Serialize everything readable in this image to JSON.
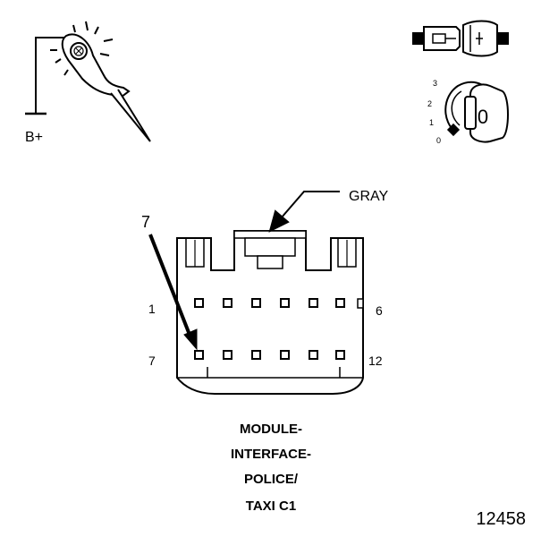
{
  "probe": {
    "label": "B+"
  },
  "ignition": {
    "positions": [
      "3",
      "2",
      "1",
      "0"
    ],
    "key_label": "0"
  },
  "connector": {
    "color_label": "GRAY",
    "callout_pin": "7",
    "row1_left": "1",
    "row1_right": "6",
    "row2_left": "7",
    "row2_right": "12"
  },
  "caption": {
    "line1": "MODULE-",
    "line2": "INTERFACE-",
    "line3": "POLICE/",
    "line4": "TAXI C1"
  },
  "figure_number": "12458",
  "colors": {
    "ink": "#000000",
    "background": "#ffffff"
  }
}
